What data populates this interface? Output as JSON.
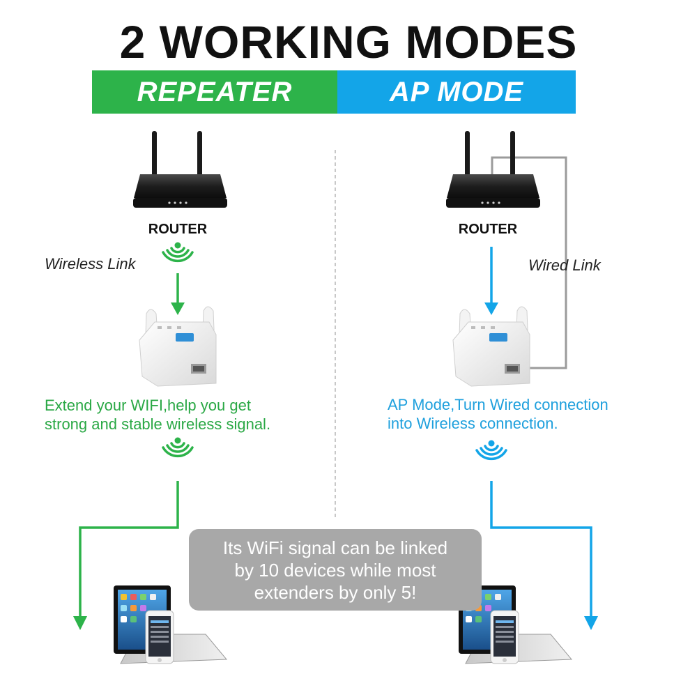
{
  "title": "2 WORKING MODES",
  "modes": {
    "repeater": {
      "label": "REPEATER",
      "color": "#2db34a"
    },
    "ap": {
      "label": "AP MODE",
      "color": "#13a5e8"
    }
  },
  "left": {
    "router_label": "ROUTER",
    "link_label": "Wireless Link",
    "description_line1": "Extend your WIFI,help you get",
    "description_line2": "strong and stable wireless signal."
  },
  "right": {
    "router_label": "ROUTER",
    "link_label": "Wired Link",
    "description_line1": "AP Mode,Turn Wired connection",
    "description_line2": "into Wireless connection."
  },
  "info_box": {
    "line1": "Its WiFi signal can be linked",
    "line2": "by 10 devices while most",
    "line3": "extenders by only 5!"
  },
  "icons": [
    "router-icon",
    "wifi-signal-icon",
    "extender-icon",
    "devices-icon",
    "arrow-down-icon"
  ]
}
